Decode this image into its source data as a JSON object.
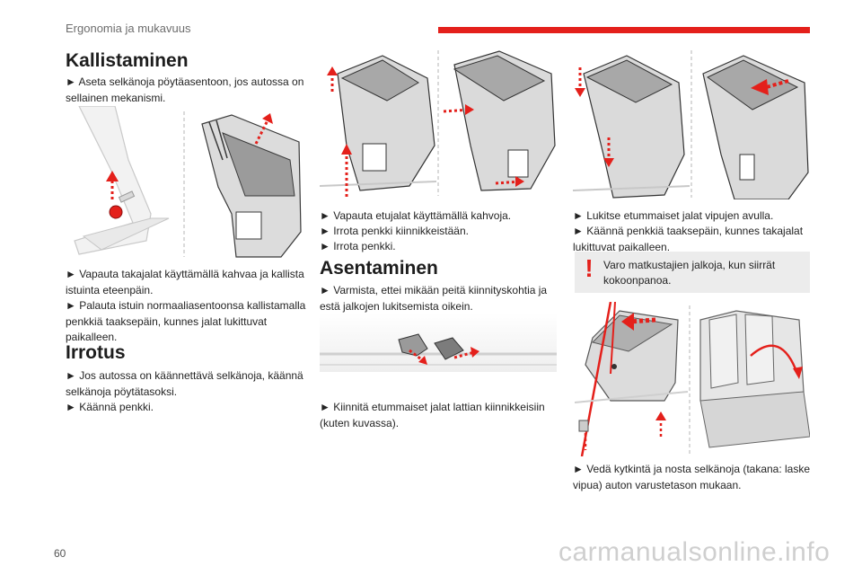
{
  "header": {
    "section_title": "Ergonomia ja mukavuus",
    "accent_color": "#e4201b"
  },
  "col1": {
    "heading_tilt": "Kallistaminen",
    "para_tilt": "► Aseta selkänoja pöytäasentoon, jos autossa on sellainen mekanismi.",
    "para_release_rear": "► Vapauta takajalat käyttämällä kahvaa ja kallista istuinta eteenpäin.",
    "para_restore": "► Palauta istuin normaaliasentoonsa kallistamalla penkkiä taaksepäin, kunnes jalat lukittuvat paikalleen.",
    "heading_remove": "Irrotus",
    "para_fold_back": "► Jos autossa on käännettävä selkänoja, käännä selkänoja pöytätasoksi.",
    "para_turn_seat": "► Käännä penkki."
  },
  "col2": {
    "para_release_front": "► Vapauta etujalat käyttämällä kahvoja.",
    "para_detach": "► Irrota penkki kiinnikkeistään.",
    "para_remove": "► Irrota penkki.",
    "heading_install": "Asentaminen",
    "para_check": "► Varmista, ettei mikään peitä kiinnityskohtia ja estä jalkojen lukitsemista oikein.",
    "para_attach": "► Kiinnitä etummaiset jalat lattian kiinnikkeisiin (kuten kuvassa)."
  },
  "col3": {
    "para_lock_front": "► Lukitse etummaiset jalat vipujen avulla.",
    "para_turn_back": "► Käännä penkkiä taaksepäin, kunnes takajalat lukittuvat paikalleen.",
    "warning_symbol": "!",
    "warning_text": "Varo matkustajien jalkoja, kun siirrät kokoonpanoa.",
    "para_pull": "► Vedä kytkintä ja nosta selkänoja (takana: laske vipua) auton varustetason mukaan."
  },
  "footer": {
    "page_number": "60",
    "watermark": "carmanualsonline.info"
  }
}
